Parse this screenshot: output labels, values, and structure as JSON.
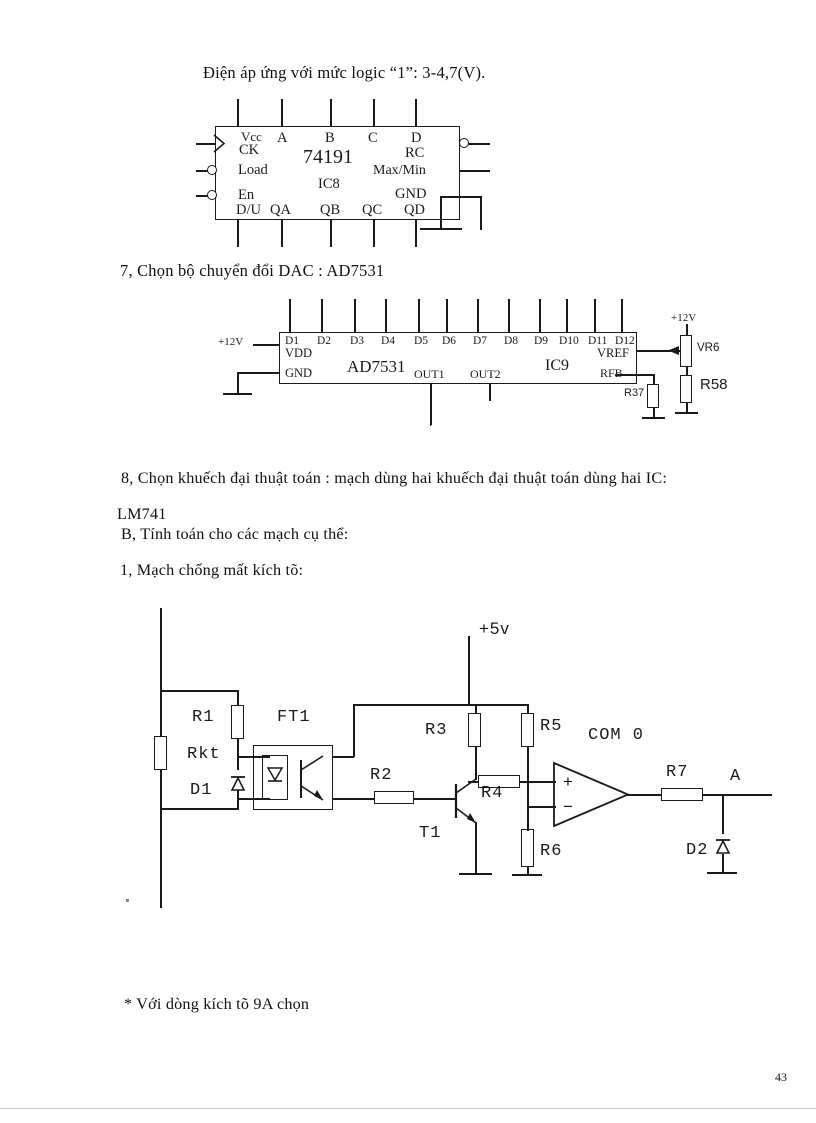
{
  "document": {
    "page_number": "43",
    "language": "vi"
  },
  "body": {
    "line_logic_voltage": "Điện áp ứng với mức logic  “1”: 3-4,7(V).",
    "section7": "7, Chọn bộ chuyển đổi DAC : AD7531",
    "section8_line1": "8, Chọn khuếch đại thuật toán : mạch dùng hai khuếch đại thuật toán dùng hai IC:",
    "section8_line2": "LM741",
    "sectionB": "B, Tính toán cho các mạch cụ thể:",
    "section1": "1, Mạch chống mất kích tõ:",
    "note_bottom": "* Với dòng kích tõ 9A chọn"
  },
  "figure_74191": {
    "chip_name": "74191",
    "designator": "IC8",
    "pins_top": [
      "Vcc",
      "A",
      "B",
      "C",
      "D"
    ],
    "pins_left": [
      "CK",
      "Load",
      "En",
      "D/U"
    ],
    "pins_right": [
      "RC",
      "Max/Min",
      "GND"
    ],
    "pins_bottom": [
      "QA",
      "QB",
      "QC",
      "QD"
    ],
    "label_vcc": "Vcc",
    "label_ck": "CK",
    "label_load": "Load",
    "label_en": "En",
    "label_du": "D/U",
    "label_a": "A",
    "label_b": "B",
    "label_c": "C",
    "label_d": "D",
    "label_rc": "RC",
    "label_maxmin": "Max/Min",
    "label_gnd": "GND",
    "label_qa": "QA",
    "label_qb": "QB",
    "label_qc": "QC",
    "label_qd": "QD"
  },
  "figure_ad7531": {
    "chip_name": "AD7531",
    "designator": "IC9",
    "data_pins": [
      "D1",
      "D2",
      "D3",
      "D4",
      "D5",
      "D6",
      "D7",
      "D8",
      "D9",
      "D10",
      "D11",
      "D12"
    ],
    "label_vdd": "VDD",
    "label_gnd": "GND",
    "label_out1": "OUT1",
    "label_out2": "OUT2",
    "label_vref": "VREF",
    "label_rfb": "RFB",
    "supply_left": "+12V",
    "supply_right": "+12V",
    "components": [
      {
        "ref": "VR6",
        "type": "potentiometer"
      },
      {
        "ref": "R58",
        "type": "resistor"
      },
      {
        "ref": "R37",
        "type": "resistor"
      }
    ]
  },
  "figure_trigger_circuit": {
    "supply": "+5v",
    "opamp_label": "COM  0",
    "output_node": "A",
    "components": [
      {
        "ref": "Rkt",
        "type": "resistor"
      },
      {
        "ref": "R1",
        "type": "resistor"
      },
      {
        "ref": "D1",
        "type": "diode"
      },
      {
        "ref": "FT1",
        "type": "optocoupler"
      },
      {
        "ref": "R2",
        "type": "resistor"
      },
      {
        "ref": "T1",
        "type": "transistor"
      },
      {
        "ref": "R3",
        "type": "resistor"
      },
      {
        "ref": "R4",
        "type": "resistor"
      },
      {
        "ref": "R5",
        "type": "resistor"
      },
      {
        "ref": "R6",
        "type": "resistor"
      },
      {
        "ref": "R7",
        "type": "resistor"
      },
      {
        "ref": "D2",
        "type": "diode"
      }
    ],
    "opamp_plus": "+",
    "opamp_minus": "−",
    "label_rkt": "Rkt",
    "label_r1": "R1",
    "label_d1": "D1",
    "label_ft1": "FT1",
    "label_r2": "R2",
    "label_t1": "T1",
    "label_r3": "R3",
    "label_r4": "R4",
    "label_r5": "R5",
    "label_r6": "R6",
    "label_r7": "R7",
    "label_d2": "D2"
  },
  "colors": {
    "ink": "#111111",
    "schematic": "#1a1a1a",
    "page": "#ffffff"
  }
}
